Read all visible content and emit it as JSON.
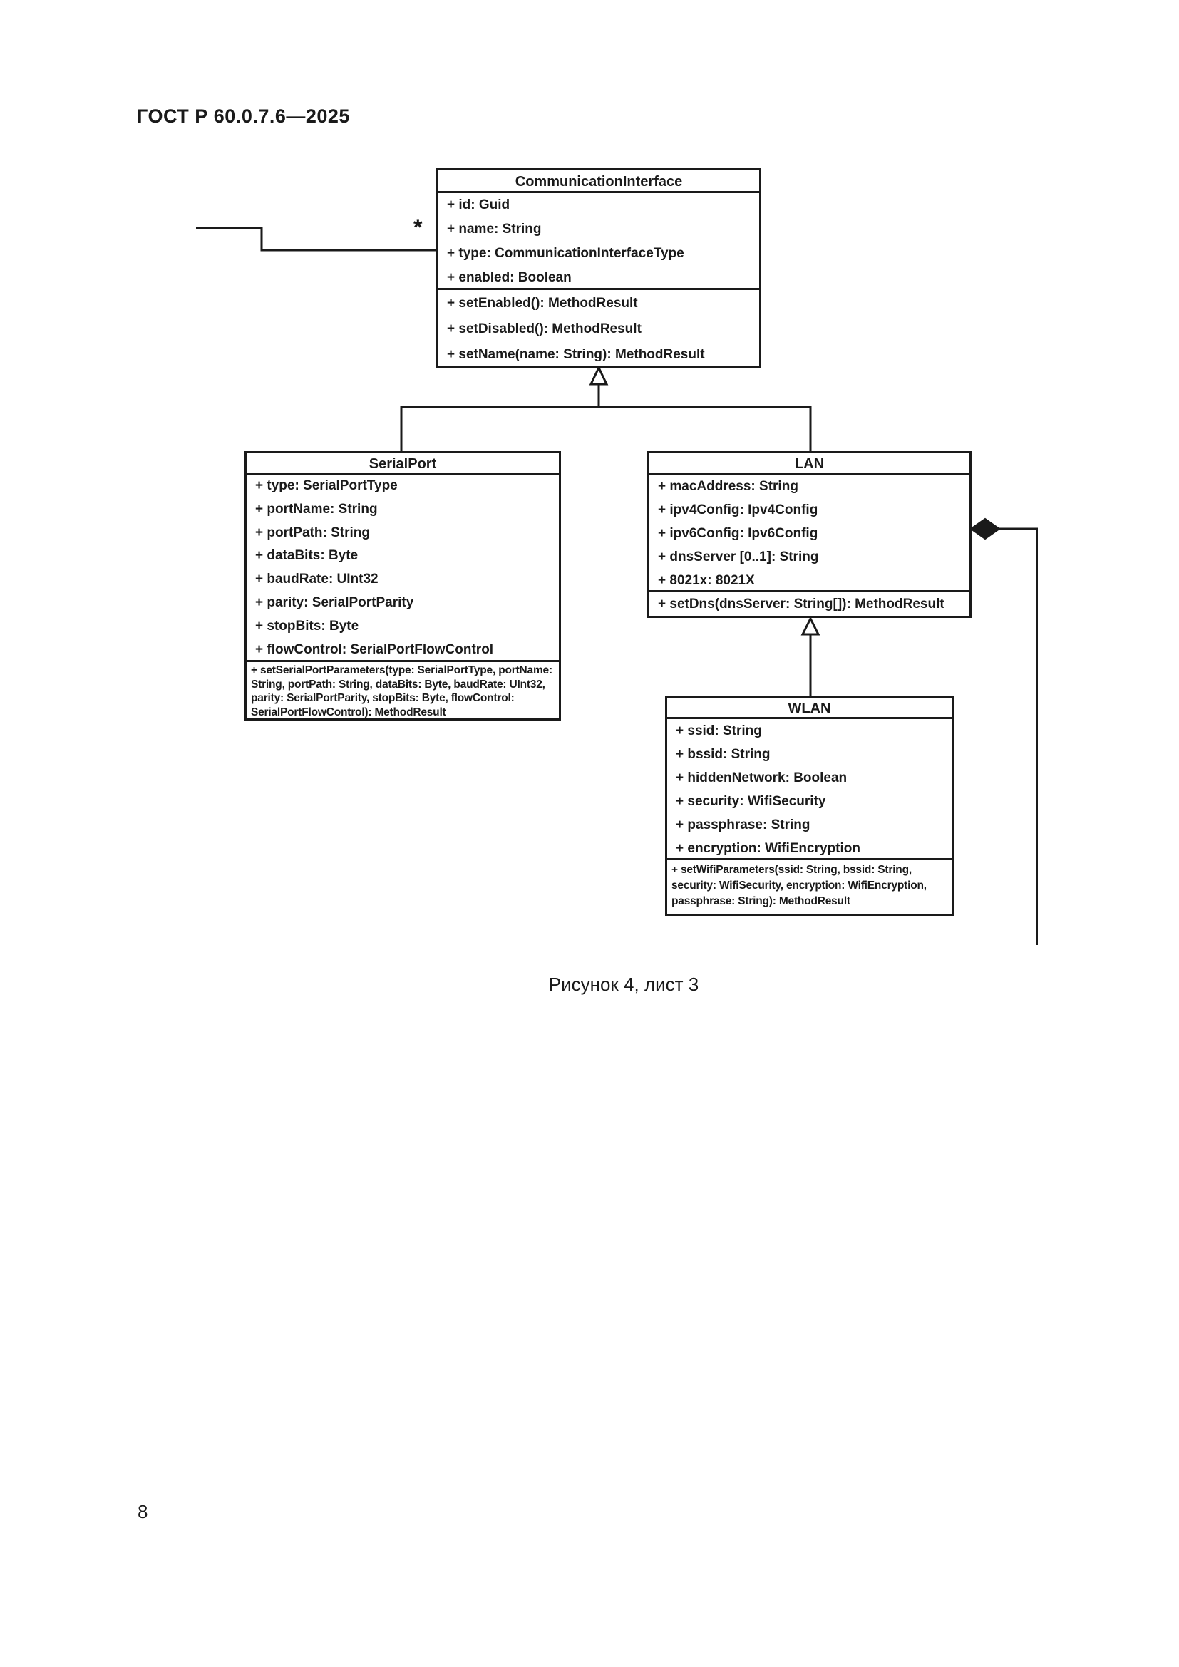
{
  "page": {
    "header": "ГОСТ Р 60.0.7.6—2025",
    "caption": "Рисунок 4, лист 3",
    "page_number": "8"
  },
  "diagram": {
    "multiplicity_star": "*",
    "colors": {
      "line": "#1a1a1a",
      "text": "#1a1a1a",
      "background": "#ffffff"
    },
    "classes": [
      {
        "title": "CommunicationInterface",
        "attributes": [
          "+ id: Guid",
          "+ name: String",
          "+ type: CommunicationInterfaceType",
          "+ enabled: Boolean"
        ],
        "methods": [
          "+ setEnabled(): MethodResult",
          "+ setDisabled(): MethodResult",
          "+ setName(name: String): MethodResult"
        ]
      },
      {
        "title": "SerialPort",
        "attributes": [
          "+ type: SerialPortType",
          "+ portName: String",
          "+ portPath: String",
          "+ dataBits: Byte",
          "+ baudRate: UInt32",
          "+ parity: SerialPortParity",
          "+ stopBits: Byte",
          "+ flowControl: SerialPortFlowControl"
        ],
        "methods": [
          "+ setSerialPortParameters(type: SerialPortType, portName: String, portPath: String, dataBits: Byte, baudRate: UInt32, parity: SerialPortParity, stopBits: Byte, flowControl: SerialPortFlowControl): MethodResult"
        ]
      },
      {
        "title": "LAN",
        "attributes": [
          "+ macAddress: String",
          "+ ipv4Config: Ipv4Config",
          "+ ipv6Config: Ipv6Config",
          "+ dnsServer [0..1]: String",
          "+ 8021x: 8021X"
        ],
        "methods": [
          "+ setDns(dnsServer: String[]): MethodResult"
        ]
      },
      {
        "title": "WLAN",
        "attributes": [
          "+ ssid: String",
          "+ bssid: String",
          "+ hiddenNetwork: Boolean",
          "+ security: WifiSecurity",
          "+ passphrase: String",
          "+ encryption: WifiEncryption"
        ],
        "methods": [
          "+ setWifiParameters(ssid: String, bssid: String, security: WifiSecurity, encryption: WifiEncryption, passphrase: String): MethodResult"
        ]
      }
    ]
  }
}
